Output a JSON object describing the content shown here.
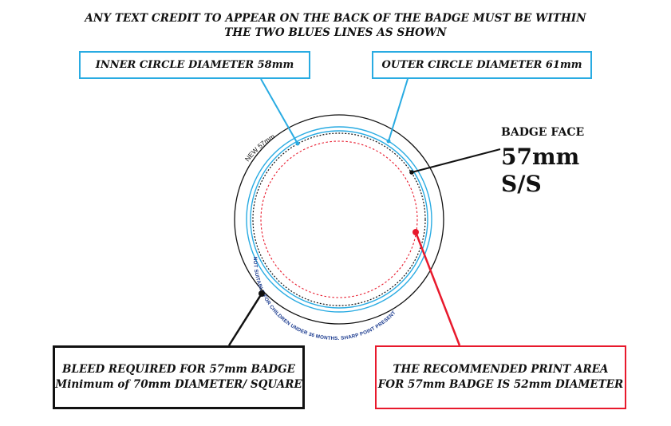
{
  "header": {
    "line1": "ANY TEXT CREDIT TO APPEAR ON THE BACK OF THE BADGE MUST BE WITHIN",
    "line2": "THE TWO BLUES LINES AS SHOWN"
  },
  "labels": {
    "inner_circle": "INNER CIRCLE DIAMETER 58mm",
    "outer_circle": "OUTER CIRCLE DIAMETER 61mm",
    "badge_face_title": "BADGE FACE",
    "badge_face_size": "57mm",
    "badge_face_type": "S/S",
    "bleed_line1": "BLEED REQUIRED FOR 57mm BADGE",
    "bleed_line2": "Minimum of 70mm DIAMETER/ SQUARE",
    "print_line1": "THE RECOMMENDED PRINT AREA",
    "print_line2": "FOR 57mm BADGE IS 52mm DIAMETER"
  },
  "circle_text": {
    "top": "NEW 57mm",
    "bottom": "NOT SUITABLE FOR CHILDREN UNDER 36 MONTHS. SHARP POINT PRESENT"
  },
  "colors": {
    "blue": "#29abe2",
    "red": "#e8192c",
    "black": "#111111"
  }
}
